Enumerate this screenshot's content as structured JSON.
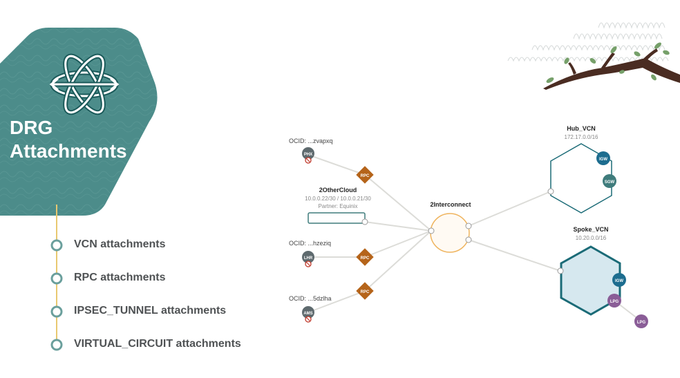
{
  "slide": {
    "title_line1": "DRG",
    "title_line2": "Attachments",
    "list": [
      {
        "label": "VCN attachments"
      },
      {
        "label": "RPC attachments"
      },
      {
        "label": "IPSEC_TUNNEL attachments"
      },
      {
        "label": "VIRTUAL_CIRCUIT attachments"
      }
    ]
  },
  "diagram": {
    "hub": {
      "label": "2Interconnect"
    },
    "remotes": [
      {
        "ocid": "OCID: ...zvapxq",
        "region": "PHX",
        "rpc": "RPC"
      },
      {
        "ocid": "OCID: ...hzeziq",
        "region": "LHR",
        "rpc": "RPC"
      },
      {
        "ocid": "OCID: ...5dzlha",
        "region": "AMS",
        "rpc": "RPC"
      }
    ],
    "other_cloud": {
      "name": "2OtherCloud",
      "cidrs": "10.0.0.22/30 / 10.0.0.21/30",
      "partner": "Partner: Equinix"
    },
    "hub_vcn": {
      "name": "Hub_VCN",
      "cidr": "172.17.0.0/16",
      "gw1": "IGW",
      "gw2": "SGW"
    },
    "spoke_vcn": {
      "name": "Spoke_VCN",
      "cidr": "10.20.0.0/16",
      "gw1": "IGW",
      "gw2": "LPG",
      "peer": "LPG"
    }
  },
  "colors": {
    "teal_card": "#4c8c8a",
    "timeline_gold": "#e8c870",
    "list_circle": "#6a9f9c",
    "rpc_diamond": "#b5641a",
    "hub_orange": "#efb45e",
    "vcn_teal": "#1b6b77",
    "spoke_fill": "#d6e8ef",
    "igw_blue": "#1d6d8f",
    "sgw_teal": "#3f7c7c",
    "lpg_purple": "#8a5d97",
    "region_gray": "#5e6a6e",
    "branch_brown": "#4a2c22",
    "leaf_green": "#76a06a"
  }
}
